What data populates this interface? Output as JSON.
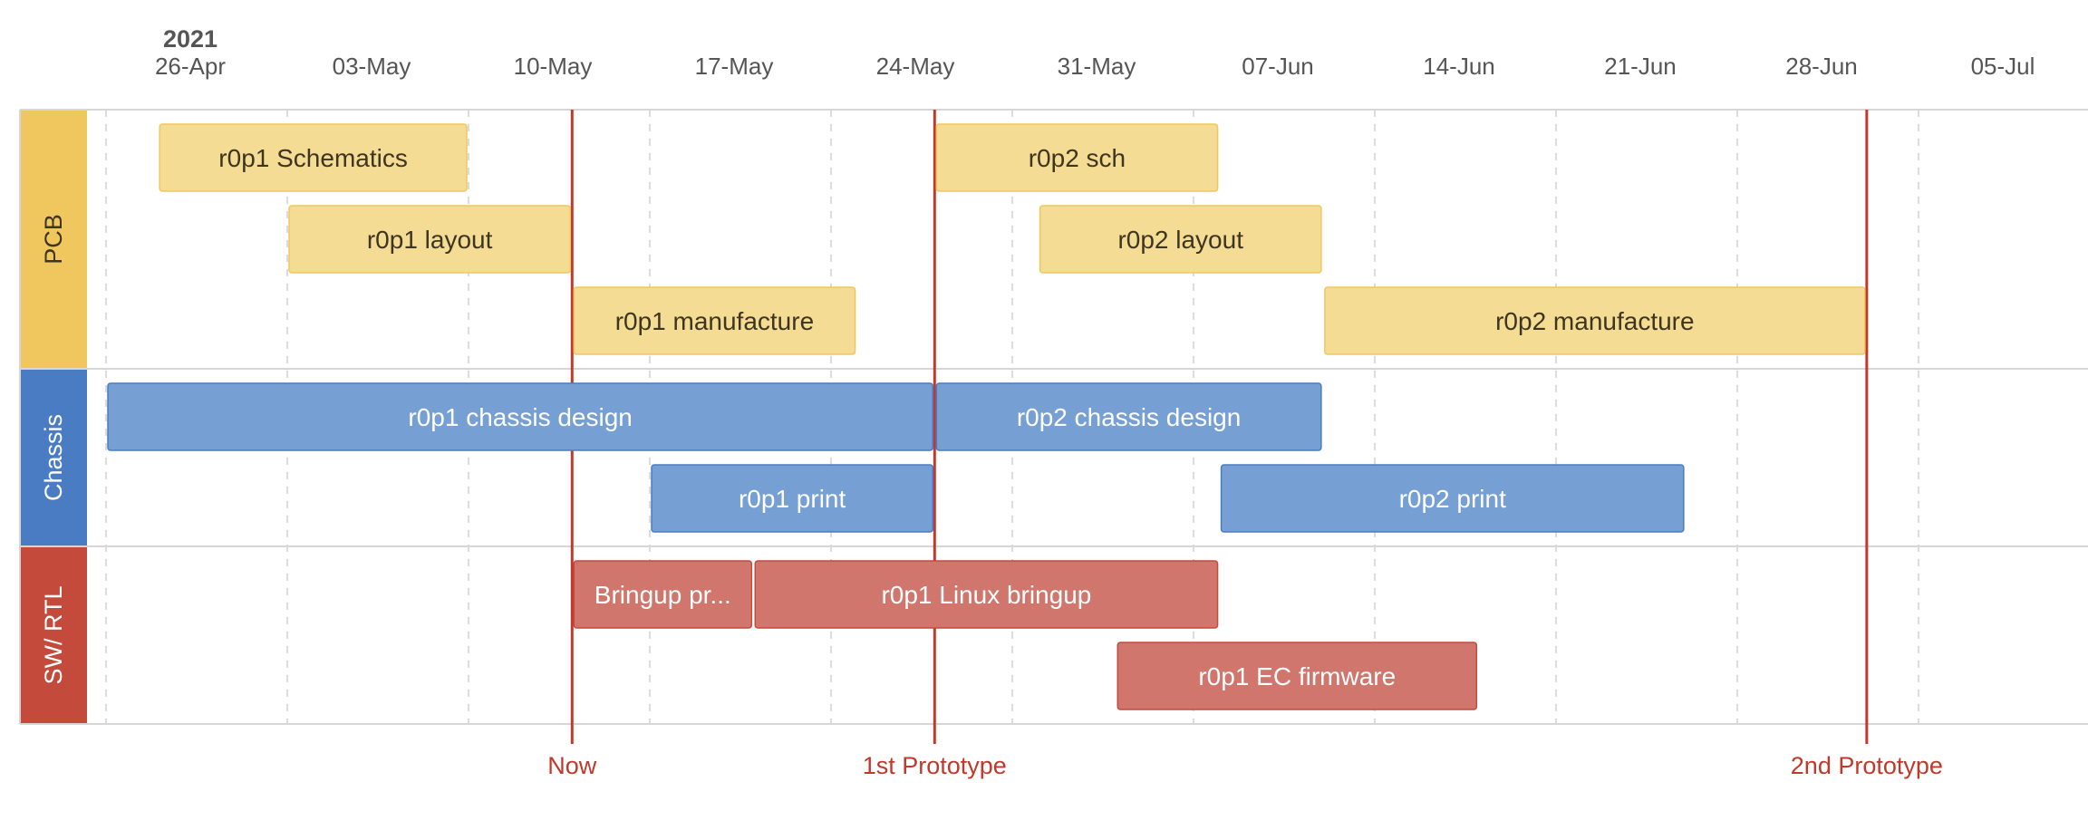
{
  "chart_data": {
    "type": "gantt",
    "year_label": "2021",
    "ticks": [
      {
        "label": "26-Apr",
        "date": "2021-04-26"
      },
      {
        "label": "03-May",
        "date": "2021-05-03"
      },
      {
        "label": "10-May",
        "date": "2021-05-10"
      },
      {
        "label": "17-May",
        "date": "2021-05-17"
      },
      {
        "label": "24-May",
        "date": "2021-05-24"
      },
      {
        "label": "31-May",
        "date": "2021-05-31"
      },
      {
        "label": "07-Jun",
        "date": "2021-06-07"
      },
      {
        "label": "14-Jun",
        "date": "2021-06-14"
      },
      {
        "label": "21-Jun",
        "date": "2021-06-21"
      },
      {
        "label": "28-Jun",
        "date": "2021-06-28"
      },
      {
        "label": "05-Jul",
        "date": "2021-07-05"
      }
    ],
    "groups": [
      {
        "name": "PCB",
        "color": "#f0c75e",
        "bar_fill": "#f5dc94",
        "bar_border": "#f0c75e",
        "text_color": "#3d3520"
      },
      {
        "name": "Chassis",
        "color": "#4a7cc3",
        "bar_fill": "#769fd3",
        "bar_border": "#4a7cc3",
        "text_color": "#ffffff"
      },
      {
        "name": "SW/ RTL",
        "color": "#c44a3c",
        "bar_fill": "#d0766d",
        "bar_border": "#c44a3c",
        "text_color": "#ffffff"
      }
    ],
    "tasks": [
      {
        "name": "r0p1 Schematics",
        "group": "PCB",
        "row": 0,
        "start": "2021-04-28",
        "end": "2021-05-10"
      },
      {
        "name": "r0p1 layout",
        "group": "PCB",
        "row": 1,
        "start": "2021-05-03",
        "end": "2021-05-14"
      },
      {
        "name": "r0p1 manufacture",
        "group": "PCB",
        "row": 2,
        "start": "2021-05-14",
        "end": "2021-05-25"
      },
      {
        "name": "r0p2 sch",
        "group": "PCB",
        "row": 0,
        "start": "2021-05-28",
        "end": "2021-06-08"
      },
      {
        "name": "r0p2 layout",
        "group": "PCB",
        "row": 1,
        "start": "2021-06-01",
        "end": "2021-06-12"
      },
      {
        "name": "r0p2 manufacture",
        "group": "PCB",
        "row": 2,
        "start": "2021-06-12",
        "end": "2021-07-03"
      },
      {
        "name": "r0p1 chassis design",
        "group": "Chassis",
        "row": 0,
        "start": "2021-04-26",
        "end": "2021-05-28"
      },
      {
        "name": "r0p1 print",
        "group": "Chassis",
        "row": 1,
        "start": "2021-05-17",
        "end": "2021-05-28"
      },
      {
        "name": "r0p2 chassis design",
        "group": "Chassis",
        "row": 0,
        "start": "2021-05-28",
        "end": "2021-06-12"
      },
      {
        "name": "r0p2 print",
        "group": "Chassis",
        "row": 1,
        "start": "2021-06-08",
        "end": "2021-06-26"
      },
      {
        "name": "Bringup pr...",
        "group": "SW/ RTL",
        "row": 0,
        "start": "2021-05-14",
        "end": "2021-05-21"
      },
      {
        "name": "r0p1 Linux bringup",
        "group": "SW/ RTL",
        "row": 0,
        "start": "2021-05-21",
        "end": "2021-06-08"
      },
      {
        "name": "r0p1 EC firmware",
        "group": "SW/ RTL",
        "row": 1,
        "start": "2021-06-04",
        "end": "2021-06-18"
      }
    ],
    "markers": [
      {
        "label": "Now",
        "date": "2021-05-14",
        "color": "#c0392b"
      },
      {
        "label": "1st Prototype",
        "date": "2021-05-28",
        "color": "#c0392b"
      },
      {
        "label": "2nd Prototype",
        "date": "2021-07-03",
        "color": "#c0392b"
      }
    ],
    "grid": true
  }
}
